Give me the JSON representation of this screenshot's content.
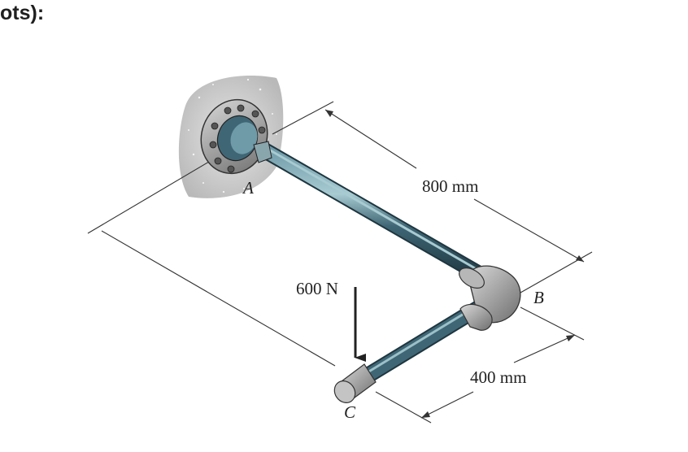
{
  "header": {
    "text": "ots):"
  },
  "diagram": {
    "labels": {
      "point_a": "A",
      "point_b": "B",
      "point_c": "C",
      "dim_ab": "800 mm",
      "dim_bc": "400 mm",
      "force": "600 N"
    }
  },
  "colors": {
    "pipe": "#3d6170",
    "pipe_highlight": "#9cc0c8",
    "elbow": "#a9a9a9",
    "wall": "#d0d0d0"
  }
}
